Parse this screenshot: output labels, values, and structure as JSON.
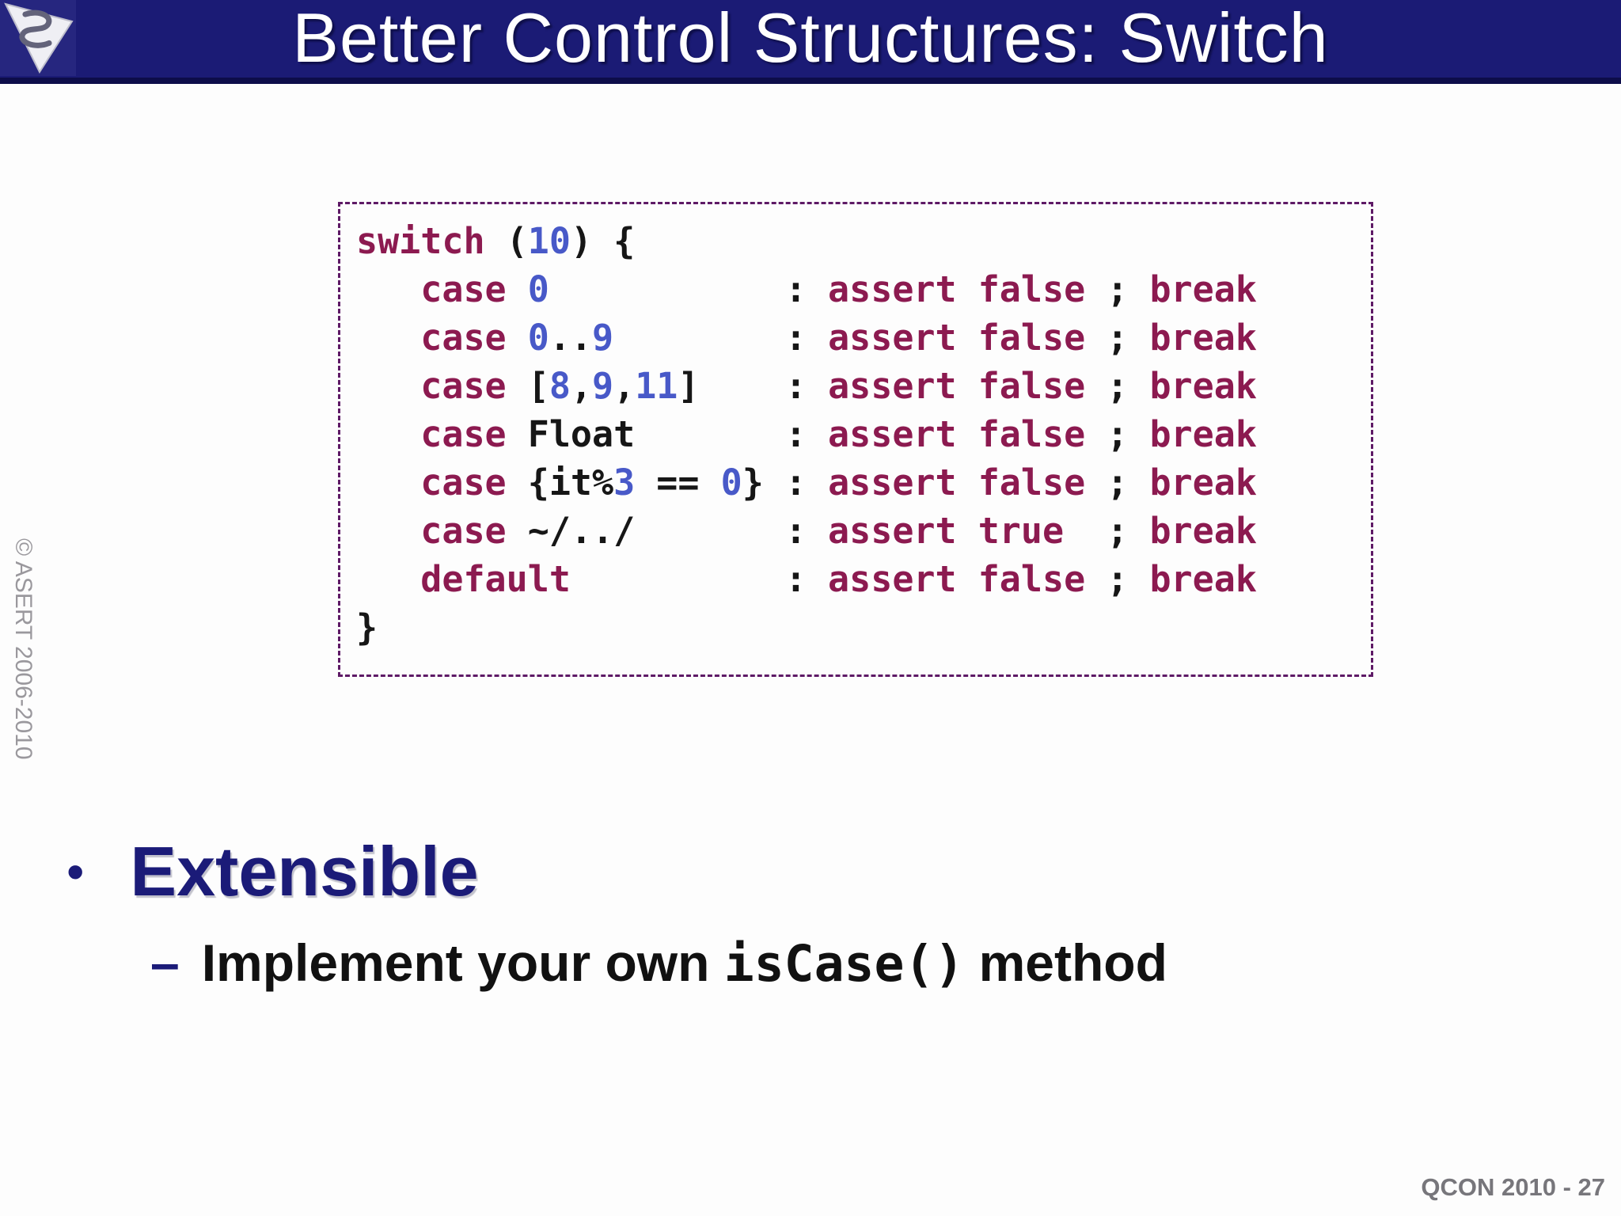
{
  "colors": {
    "header-bg": "#1B1B75",
    "header-edge": "#0D0D4A",
    "logo-bg": "#26267F",
    "title-text": "#FFFFFF",
    "code-border": "#5E1A66",
    "code-keyword": "#8C1A50",
    "code-number": "#4859C8",
    "code-plain": "#161616",
    "accent-navy": "#1B1B78",
    "body-text": "#111111",
    "muted-gray": "#9A989D",
    "footer-gray": "#77767B"
  },
  "header": {
    "title": "Better Control Structures: Switch",
    "logo_icon": "asert-triangle-logo"
  },
  "code_block": {
    "language": "groovy",
    "lines": [
      [
        {
          "t": "switch",
          "c": "kw"
        },
        {
          "t": " (",
          "c": "pl"
        },
        {
          "t": "10",
          "c": "num"
        },
        {
          "t": ") {",
          "c": "pl"
        }
      ],
      [
        {
          "t": "   ",
          "c": "pl"
        },
        {
          "t": "case",
          "c": "kw"
        },
        {
          "t": " ",
          "c": "pl"
        },
        {
          "t": "0",
          "c": "num"
        },
        {
          "t": "           : ",
          "c": "pl"
        },
        {
          "t": "assert",
          "c": "kw"
        },
        {
          "t": " ",
          "c": "pl"
        },
        {
          "t": "false",
          "c": "kw"
        },
        {
          "t": " ; ",
          "c": "pl"
        },
        {
          "t": "break",
          "c": "kw"
        }
      ],
      [
        {
          "t": "   ",
          "c": "pl"
        },
        {
          "t": "case",
          "c": "kw"
        },
        {
          "t": " ",
          "c": "pl"
        },
        {
          "t": "0",
          "c": "num"
        },
        {
          "t": "..",
          "c": "pl"
        },
        {
          "t": "9",
          "c": "num"
        },
        {
          "t": "        : ",
          "c": "pl"
        },
        {
          "t": "assert",
          "c": "kw"
        },
        {
          "t": " ",
          "c": "pl"
        },
        {
          "t": "false",
          "c": "kw"
        },
        {
          "t": " ; ",
          "c": "pl"
        },
        {
          "t": "break",
          "c": "kw"
        }
      ],
      [
        {
          "t": "   ",
          "c": "pl"
        },
        {
          "t": "case",
          "c": "kw"
        },
        {
          "t": " [",
          "c": "pl"
        },
        {
          "t": "8",
          "c": "num"
        },
        {
          "t": ",",
          "c": "pl"
        },
        {
          "t": "9",
          "c": "num"
        },
        {
          "t": ",",
          "c": "pl"
        },
        {
          "t": "11",
          "c": "num"
        },
        {
          "t": "]    : ",
          "c": "pl"
        },
        {
          "t": "assert",
          "c": "kw"
        },
        {
          "t": " ",
          "c": "pl"
        },
        {
          "t": "false",
          "c": "kw"
        },
        {
          "t": " ; ",
          "c": "pl"
        },
        {
          "t": "break",
          "c": "kw"
        }
      ],
      [
        {
          "t": "   ",
          "c": "pl"
        },
        {
          "t": "case",
          "c": "kw"
        },
        {
          "t": " Float       : ",
          "c": "pl"
        },
        {
          "t": "assert",
          "c": "kw"
        },
        {
          "t": " ",
          "c": "pl"
        },
        {
          "t": "false",
          "c": "kw"
        },
        {
          "t": " ; ",
          "c": "pl"
        },
        {
          "t": "break",
          "c": "kw"
        }
      ],
      [
        {
          "t": "   ",
          "c": "pl"
        },
        {
          "t": "case",
          "c": "kw"
        },
        {
          "t": " {it%",
          "c": "pl"
        },
        {
          "t": "3",
          "c": "num"
        },
        {
          "t": " == ",
          "c": "pl"
        },
        {
          "t": "0",
          "c": "num"
        },
        {
          "t": "} : ",
          "c": "pl"
        },
        {
          "t": "assert",
          "c": "kw"
        },
        {
          "t": " ",
          "c": "pl"
        },
        {
          "t": "false",
          "c": "kw"
        },
        {
          "t": " ; ",
          "c": "pl"
        },
        {
          "t": "break",
          "c": "kw"
        }
      ],
      [
        {
          "t": "   ",
          "c": "pl"
        },
        {
          "t": "case",
          "c": "kw"
        },
        {
          "t": " ~/../       : ",
          "c": "pl"
        },
        {
          "t": "assert",
          "c": "kw"
        },
        {
          "t": " ",
          "c": "pl"
        },
        {
          "t": "true",
          "c": "kw"
        },
        {
          "t": "  ; ",
          "c": "pl"
        },
        {
          "t": "break",
          "c": "kw"
        }
      ],
      [
        {
          "t": "   ",
          "c": "pl"
        },
        {
          "t": "default",
          "c": "kw"
        },
        {
          "t": "          : ",
          "c": "pl"
        },
        {
          "t": "assert",
          "c": "kw"
        },
        {
          "t": " ",
          "c": "pl"
        },
        {
          "t": "false",
          "c": "kw"
        },
        {
          "t": " ; ",
          "c": "pl"
        },
        {
          "t": "break",
          "c": "kw"
        }
      ],
      [
        {
          "t": "}",
          "c": "pl"
        }
      ]
    ]
  },
  "bullets": {
    "marker": "•",
    "heading": "Extensible",
    "sub_marker": "–",
    "sub_text_before": "Implement your own ",
    "sub_code": "isCase()",
    "sub_text_after": " method"
  },
  "watermark": {
    "text": "© ASERT 2006-2010"
  },
  "footer": {
    "label": "QCON 2010 - 27"
  }
}
